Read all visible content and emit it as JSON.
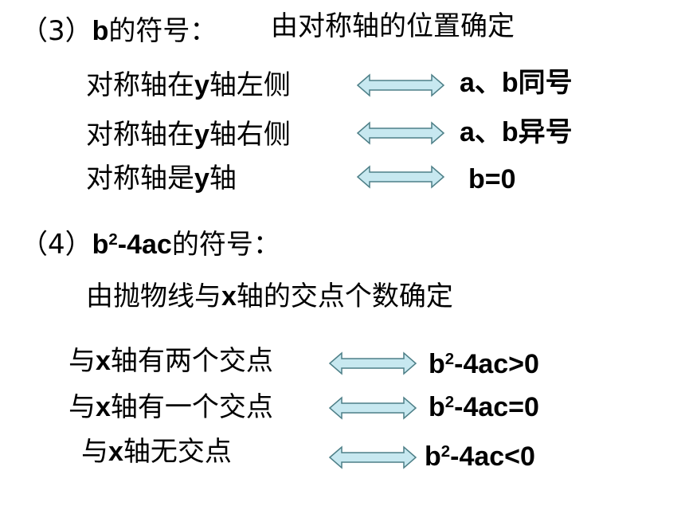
{
  "colors": {
    "text": "#000000",
    "arrow_fill": "#c7e8f0",
    "arrow_stroke": "#4d7f87"
  },
  "section3": {
    "prefix": "（3）",
    "b": "b",
    "title_rest": "的符号：",
    "subtitle": "由对称轴的位置确定",
    "rows": [
      {
        "condition_a": "对称轴在",
        "condition_var": "y",
        "condition_b": "轴左侧",
        "result": "a、b同号"
      },
      {
        "condition_a": "对称轴在",
        "condition_var": "y",
        "condition_b": "轴右侧",
        "result": "a、b异号"
      },
      {
        "condition_a": "对称轴是",
        "condition_var": "y",
        "condition_b": "轴",
        "result": "b=0"
      }
    ]
  },
  "section4": {
    "prefix": "（4）",
    "b": "b",
    "sup": "2",
    "expr": "-4ac",
    "title_rest": "的符号：",
    "subtitle_a": "由抛物线与",
    "subtitle_var": "x",
    "subtitle_b": "轴的交点个数确定",
    "rows": [
      {
        "cond_a": "与",
        "cond_var": "x",
        "cond_b": "轴有两个交点",
        "res_b": "b",
        "res_sup": "2",
        "res_rest": "-4ac>0"
      },
      {
        "cond_a": "与",
        "cond_var": "x",
        "cond_b": "轴有一个交点",
        "res_b": "b",
        "res_sup": "2",
        "res_rest": "-4ac=0"
      },
      {
        "cond_a": "与",
        "cond_var": "x",
        "cond_b": "轴无交点",
        "res_b": "b",
        "res_sup": "2",
        "res_rest": "-4ac<0"
      }
    ]
  },
  "icons": {
    "arrow": "double-headed-arrow-icon"
  }
}
